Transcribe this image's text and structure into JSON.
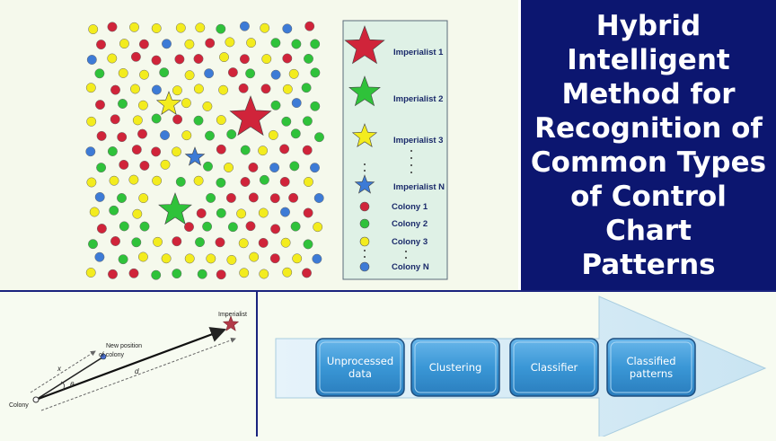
{
  "title": "Hybrid Intelligent Method for Recognition of Common Types of Control Chart Patterns",
  "title_lines": [
    "Hybrid",
    "Intelligent",
    "Method for",
    "Recognition of",
    "Common Types",
    "of Control Chart",
    "Patterns"
  ],
  "legend": {
    "imperialist_1": "Imperialist 1",
    "imperialist_2": "Imperialist 2",
    "imperialist_3": "Imperialist 3",
    "imperialist_n": "Imperialist N",
    "colony_1": "Colony 1",
    "colony_2": "Colony 2",
    "colony_3": "Colony 3",
    "colony_n": "Colony N"
  },
  "colors": {
    "red": "#d0243a",
    "green": "#2fc23a",
    "yellow": "#f3ec1e",
    "blue": "#3d7bd6",
    "navy": "#0c1670",
    "flow_box": "#3a97d6"
  },
  "assimilation": {
    "imperialist": "Imperialist",
    "new_position_1": "New position",
    "new_position_2": "of colony",
    "colony": "Colony",
    "x": "x",
    "theta": "θ",
    "d": "d"
  },
  "flow": {
    "steps": [
      "Unprocessed data",
      "Clustering",
      "Classifier",
      "Classified patterns"
    ]
  }
}
